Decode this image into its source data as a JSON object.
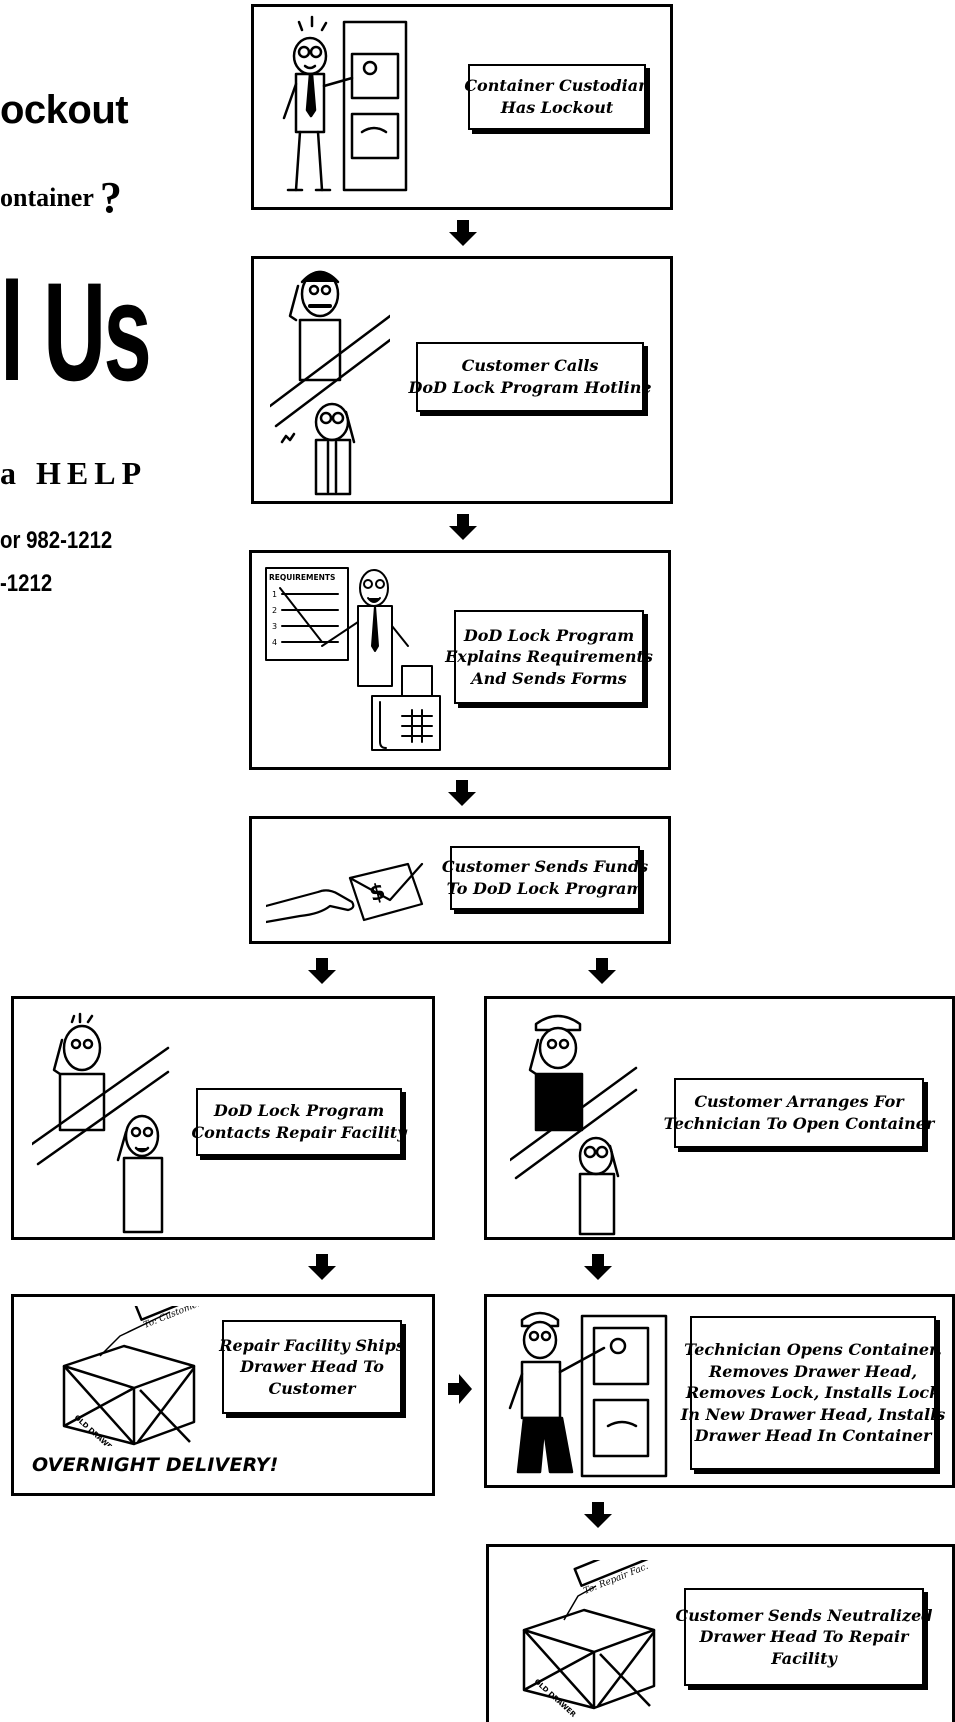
{
  "left_text": {
    "lockout": "ockout",
    "container": "ontainer",
    "container_q": "?",
    "call_us": "l Us",
    "help": "a HELP",
    "phone1": "or 982-1212",
    "phone2": "-1212"
  },
  "steps": [
    {
      "lines": [
        "Container Custodian",
        "Has Lockout"
      ]
    },
    {
      "lines": [
        "Customer Calls",
        "DoD Lock Program Hotline"
      ]
    },
    {
      "lines": [
        "DoD Lock Program",
        "Explains Requirements",
        "And Sends Forms"
      ]
    },
    {
      "lines": [
        "Customer Sends Funds",
        "To DoD Lock Program"
      ]
    },
    {
      "lines": [
        "DoD Lock Program",
        "Contacts Repair Facility"
      ]
    },
    {
      "lines": [
        "Customer Arranges For",
        "Technician To Open Container"
      ]
    },
    {
      "lines": [
        "Repair Facility Ships",
        "Drawer Head To",
        "Customer"
      ]
    },
    {
      "lines": [
        "Technician Opens Container,",
        "Removes Drawer Head,",
        "Removes Lock, Installs Lock",
        "In New Drawer Head, Installs",
        "Drawer Head In Container"
      ]
    },
    {
      "lines": [
        "Customer Sends Neutralized",
        "Drawer Head To Repair",
        "Facility"
      ]
    }
  ],
  "art_text": {
    "requirements": "REQUIREMENTS",
    "req_nums": [
      "1",
      "2",
      "3",
      "4"
    ],
    "tag_customer": "To: Customer",
    "tag_repair": "To: Repair Fac.",
    "crate_label": "OLD DRAWER"
  },
  "overnight": "OVERNIGHT DELIVERY!"
}
